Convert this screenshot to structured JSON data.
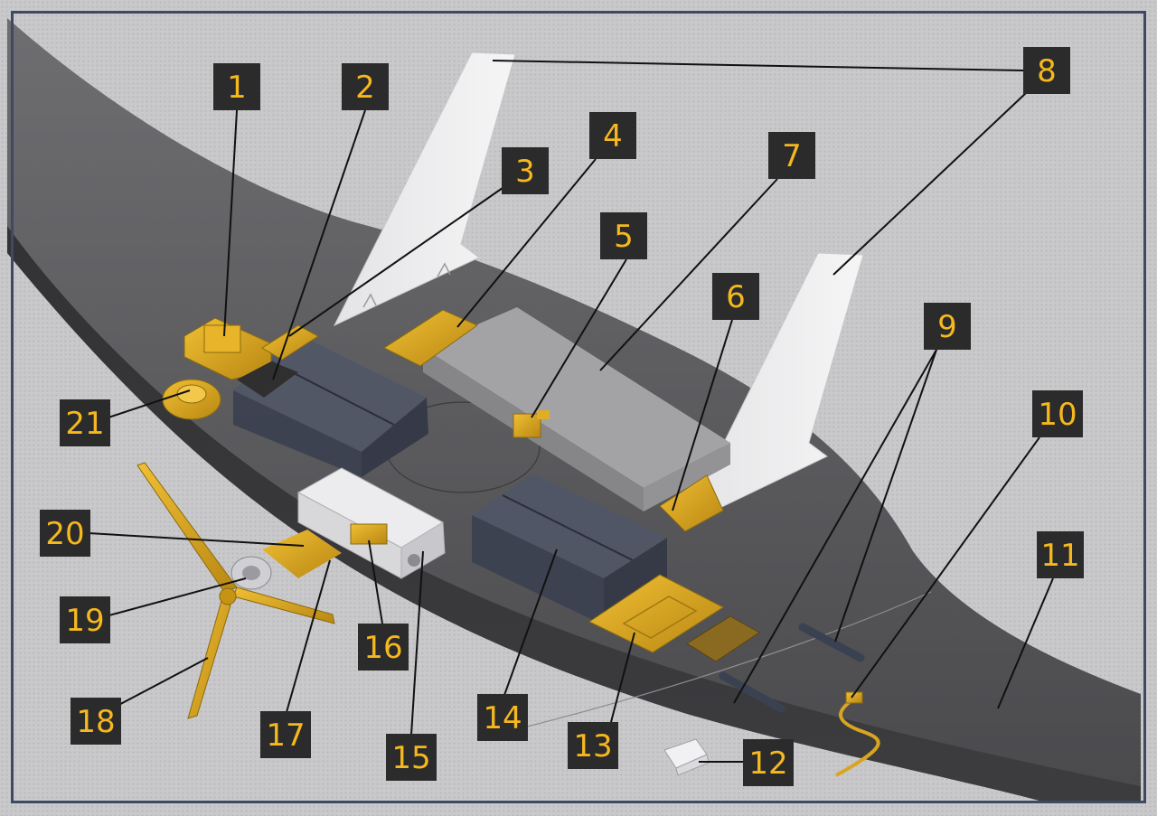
{
  "diagram": {
    "type": "exploded-assembly",
    "colors": {
      "background": "#c9c9cb",
      "frame": "#3d4a63",
      "wing": "#5b5b5e",
      "part_gold": "#d9a521",
      "tank": "#3c4150",
      "label_box": "#2b2b2b",
      "label_text": "#f5b81e"
    },
    "callouts": [
      {
        "id": "c1",
        "label": "1"
      },
      {
        "id": "c2",
        "label": "2"
      },
      {
        "id": "c3",
        "label": "3"
      },
      {
        "id": "c4",
        "label": "4"
      },
      {
        "id": "c5",
        "label": "5"
      },
      {
        "id": "c6",
        "label": "6"
      },
      {
        "id": "c7",
        "label": "7"
      },
      {
        "id": "c8",
        "label": "8"
      },
      {
        "id": "c9",
        "label": "9"
      },
      {
        "id": "c10",
        "label": "10"
      },
      {
        "id": "c11",
        "label": "11"
      },
      {
        "id": "c12",
        "label": "12"
      },
      {
        "id": "c13",
        "label": "13"
      },
      {
        "id": "c14",
        "label": "14"
      },
      {
        "id": "c15",
        "label": "15"
      },
      {
        "id": "c16",
        "label": "16"
      },
      {
        "id": "c17",
        "label": "17"
      },
      {
        "id": "c18",
        "label": "18"
      },
      {
        "id": "c19",
        "label": "19"
      },
      {
        "id": "c20",
        "label": "20"
      },
      {
        "id": "c21",
        "label": "21"
      }
    ]
  }
}
